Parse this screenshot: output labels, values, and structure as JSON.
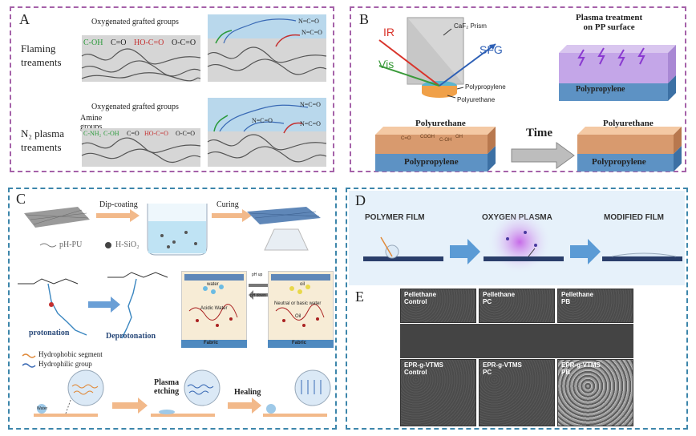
{
  "panel_a": {
    "letter": "A",
    "flaming_label": "Flaming\ntreaments",
    "n2_label": "N₂ plasma\ntreaments",
    "grafted_top": "Oxygenated grafted groups",
    "grafted_bottom": "Oxygenated grafted groups",
    "amine_label": "Amine\ngroups",
    "chem_top": [
      "C-OH",
      "C=O",
      "HO-C=O",
      "O-C=O"
    ],
    "chem_bottom": [
      "C-NH₂",
      "C-OH",
      "C=O",
      "HO-C=O",
      "O-C=O"
    ],
    "nco": "N=C=O"
  },
  "panel_b": {
    "letter": "B",
    "ir": "IR",
    "vis": "Vis",
    "sfg": "SFG",
    "prism": "CaF₂ Prism",
    "polypropylene_small": "Polypropylene",
    "polyurethane_small": "Polyurethane",
    "plasma_title": "Plasma treatment\non PP surface",
    "polypropylene": "Polypropylene",
    "polyurethane": "Polyurethane",
    "time": "Time",
    "groups": [
      "C=O",
      "COOH",
      "C-OH",
      "OH"
    ]
  },
  "panel_c": {
    "letter": "C",
    "dip": "Dip-coating",
    "curing": "Curing",
    "ph_pu": "pH-PU",
    "hsio2": "H-SiO₂",
    "protonation": "protonation",
    "deprotonation": "Deprotonation",
    "water": "water",
    "oil": "oil",
    "ph_up": "pH up",
    "ph_down": "pH down",
    "acidic": "Acidic Water",
    "neutral": "Neutral or basic water",
    "oil2": "Oil",
    "fabric": "Fabric",
    "hydrophobic": "Hydrophobic segment",
    "hydrophilic": "Hydrophilic group",
    "plasma_etching": "Plasma\netching",
    "healing": "Healing",
    "water_drop": "Water"
  },
  "panel_d": {
    "letter": "D",
    "polymer_film": "POLYMER FILM",
    "oxygen_plasma": "OXYGEN PLASMA",
    "modified_film": "MODIFIED FILM"
  },
  "panel_e": {
    "letter": "E",
    "tiles": [
      "Pellethane\nControl",
      "Pellethane\nPC",
      "Pellethane\nPB",
      "EPR-g-VTMS\nControl",
      "EPR-g-VTMS\nPC",
      "EPR-g-VTMS\nPB"
    ]
  },
  "colors": {
    "purple_border": "#a562a9",
    "blue_border": "#3d86ab",
    "ir_red": "#d9342b",
    "vis_green": "#3a9a3a",
    "sfg_blue": "#2d5fb5",
    "plasma_purple": "#b594d8"
  }
}
